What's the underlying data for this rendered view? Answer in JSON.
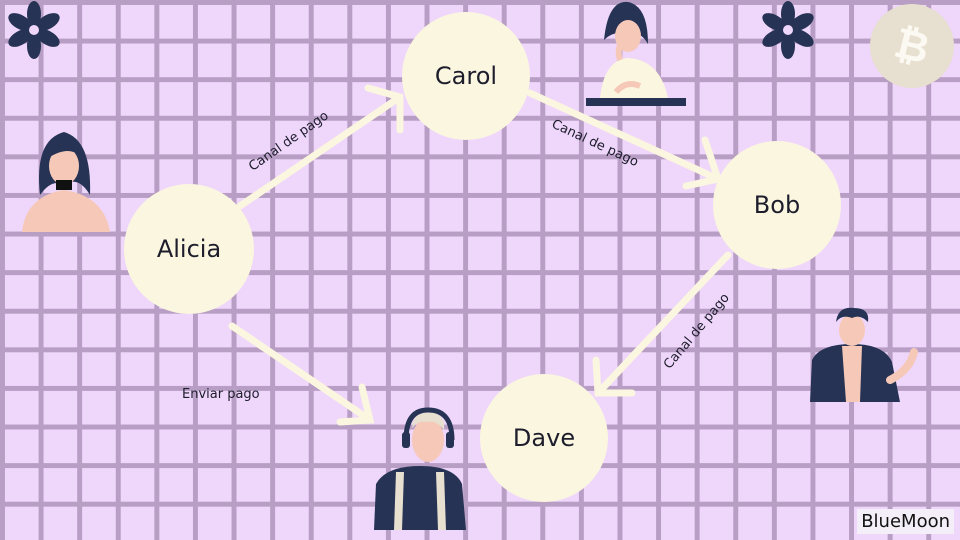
{
  "diagram": {
    "nodes": {
      "alicia": "Alicia",
      "carol": "Carol",
      "bob": "Bob",
      "dave": "Dave"
    },
    "edges": {
      "alicia_carol": "Canal de pago",
      "carol_bob": "Canal de pago",
      "bob_dave": "Canal de pago",
      "alicia_dave": "Enviar pago"
    }
  },
  "brand": "BlueMoon",
  "icons": [
    "flower-icon",
    "flower-icon",
    "bitcoin-icon",
    "person-illustration"
  ],
  "colors": {
    "background": "#efd6fb",
    "grid": "#b89dc4",
    "node": "#fbf6e0",
    "arrow": "#fbf6e0",
    "navy": "#263354",
    "skin": "#f6c8b8"
  }
}
